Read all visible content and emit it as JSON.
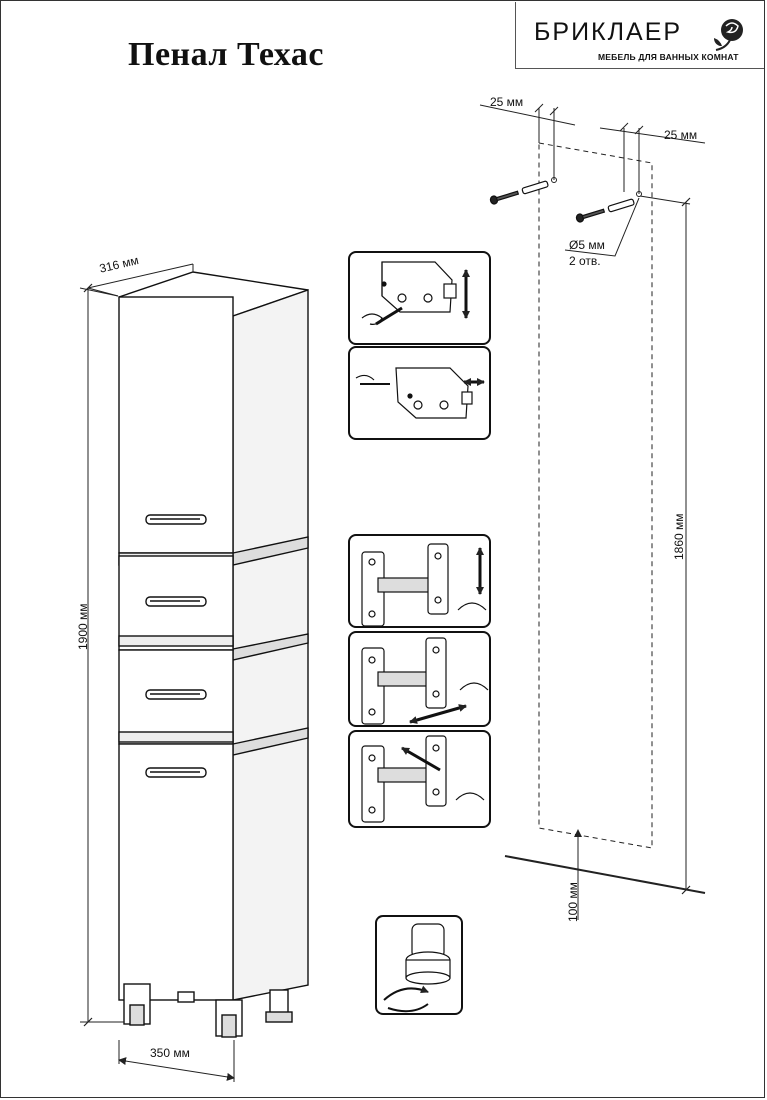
{
  "title": "Пенал Техас",
  "brand": {
    "name": "БРИКЛАЕР",
    "tagline": "МЕБЕЛЬ ДЛЯ ВАННЫХ КОМНАТ"
  },
  "dimensions": {
    "depth": "316 мм",
    "width": "350 мм",
    "height": "1900 мм",
    "mount_height": "1860 мм",
    "floor_gap": "100 мм",
    "edge_offset_left": "25 мм",
    "edge_offset_right": "25 мм",
    "hole_diameter": "Ø5 мм",
    "hole_count": "2 отв."
  }
}
